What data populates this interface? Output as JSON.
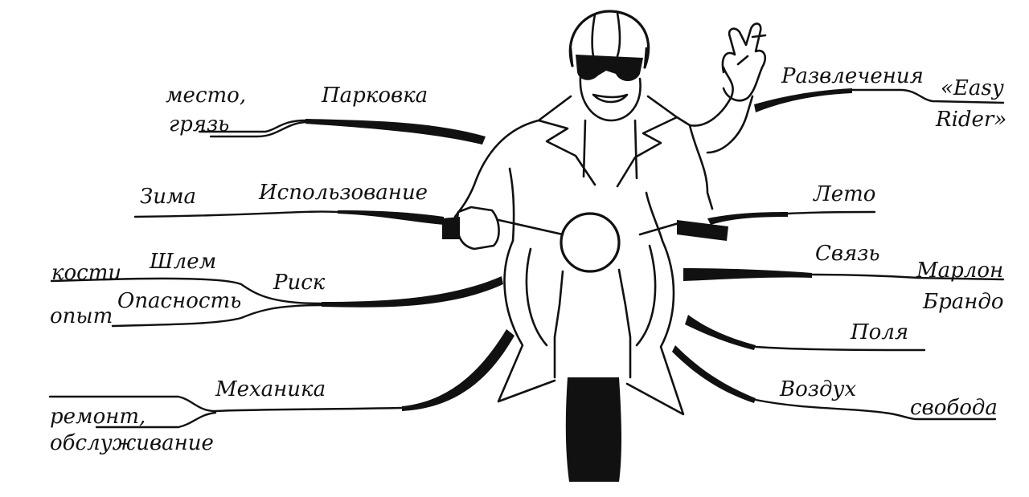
{
  "labels": {
    "mesto": "место,",
    "gryaz": "грязь",
    "parkovka": "Парковка",
    "zima": "Зима",
    "ispolzovanie": "Использование",
    "kosti": "кости",
    "shlem": "Шлем",
    "risk": "Риск",
    "opyt": "опыт",
    "opasnost": "Опасность",
    "mehanika": "Механика",
    "remont": "ремонт,",
    "obsluzhivanie": "обслуживание",
    "razvlecheniya": "Развлечения",
    "easy": "«Easy",
    "rider": "Rider»",
    "leto": "Лето",
    "svyaz": "Связь",
    "marlon": "Марлон",
    "brando": "Брандо",
    "polya": "Поля",
    "vozduh": "Воздух",
    "svoboda": "свобода"
  },
  "colors": {
    "ink": "#111111",
    "background": "#ffffff"
  },
  "central_image": "motorcyclist-waving-icon"
}
